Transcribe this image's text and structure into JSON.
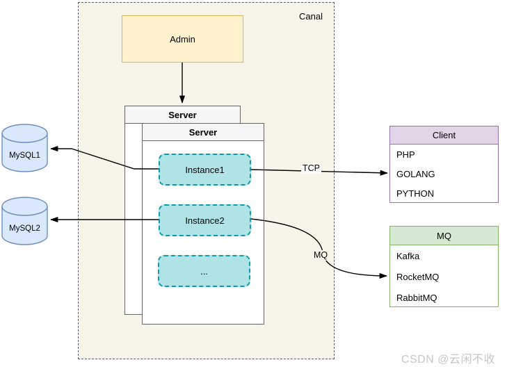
{
  "canal": {
    "label": "Canal"
  },
  "admin": {
    "label": "Admin"
  },
  "servers": {
    "back_label": "Server",
    "front_label": "Server"
  },
  "instances": [
    {
      "label": "Instance1"
    },
    {
      "label": "Instance2"
    },
    {
      "label": "..."
    }
  ],
  "databases": [
    {
      "label": "MySQL1"
    },
    {
      "label": "MySQL2"
    }
  ],
  "client": {
    "title": "Client",
    "items": [
      "PHP",
      "GOLANG",
      "PYTHON"
    ]
  },
  "mq": {
    "title": "MQ",
    "items": [
      "Kafka",
      "RocketMQ",
      "RabbitMQ"
    ]
  },
  "edges": {
    "tcp_label": "TCP",
    "mq_label": "MQ"
  },
  "watermark": "CSDN @云闲不收",
  "colors": {
    "canal_fill": "#f7f4ea",
    "canal_border": "#56586b",
    "admin_fill": "#fff2cc",
    "admin_border": "#d6b656",
    "server_header": "#f5f5f5",
    "server_border": "#666666",
    "instance_fill": "#b0e3e6",
    "instance_border": "#0e9aa8",
    "db_fill": "#dae8fc",
    "db_border": "#6c8ebf",
    "client_header": "#e1d5e7",
    "client_border": "#9673a6",
    "mq_header": "#d5e8d4",
    "mq_border": "#82b366",
    "arrow": "#000000"
  }
}
